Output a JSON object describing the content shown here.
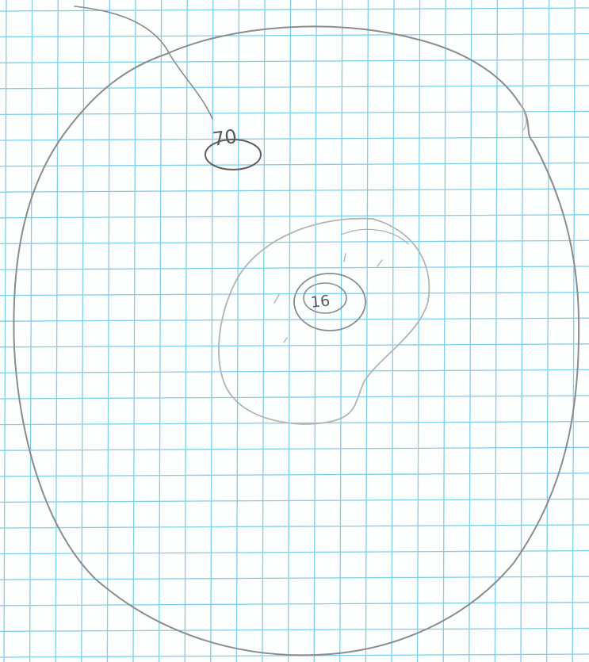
{
  "paper": {
    "kind": "graph-paper",
    "grid_color": "#7fcfe8",
    "background_color": "#fdfefe",
    "pencil_color": "#8c8c8c"
  },
  "sketch": {
    "outer_label": "70",
    "inner_label": "16"
  }
}
